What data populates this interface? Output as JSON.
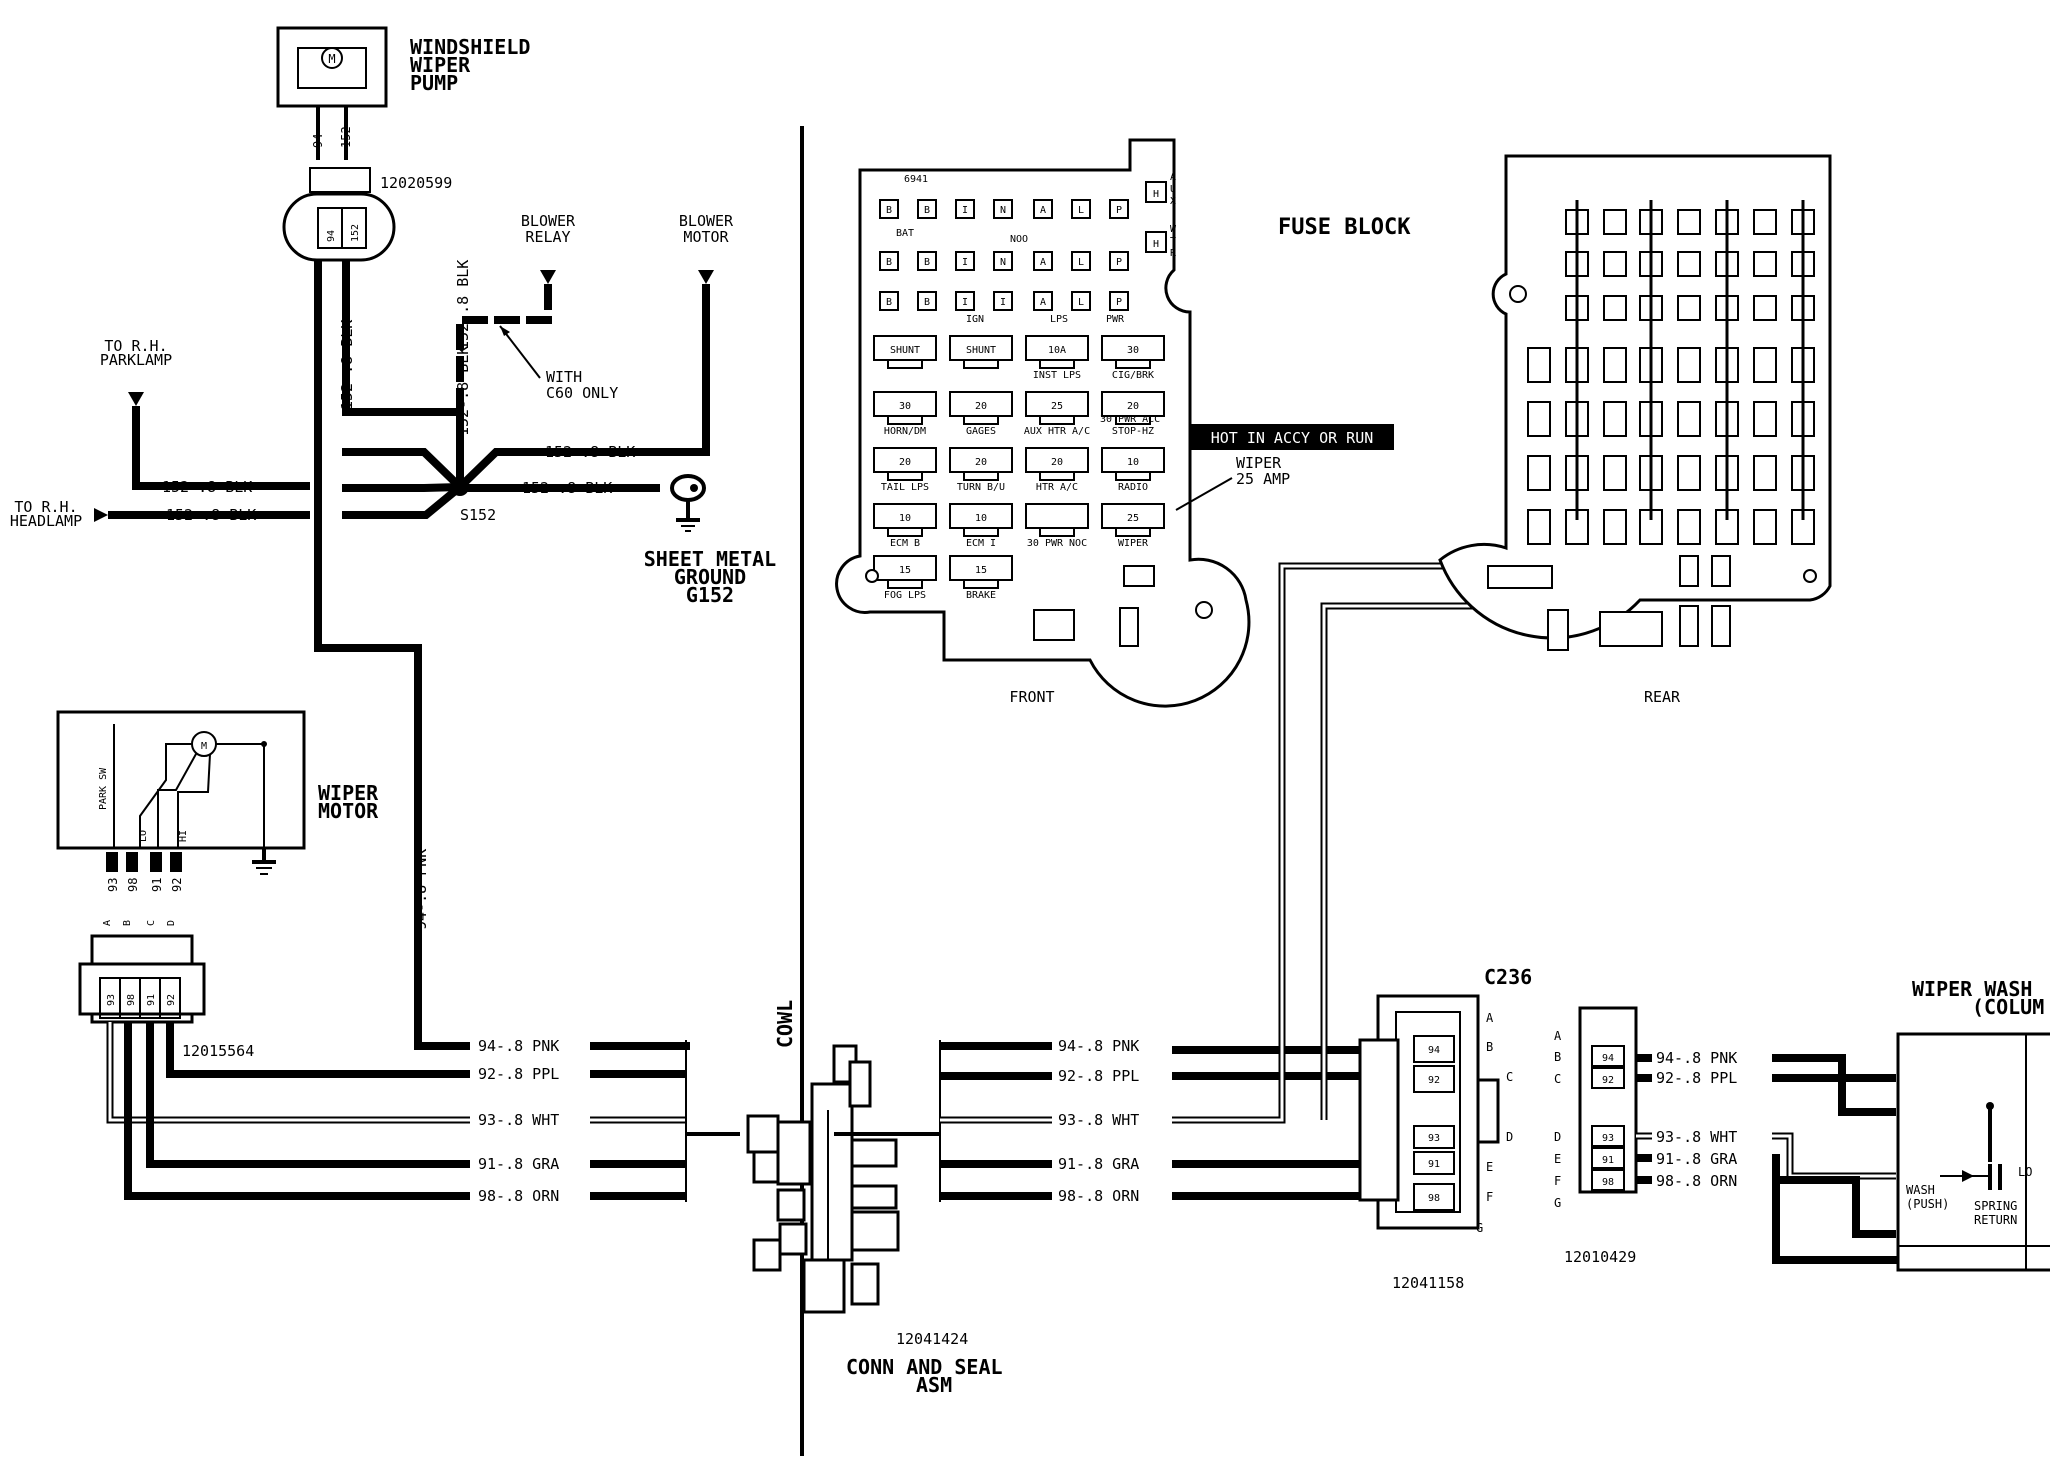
{
  "left": {
    "pump_title": [
      "WINDSHIELD",
      "WIPER",
      "PUMP"
    ],
    "pump_motor_symbol": "M",
    "pump_pins": [
      "94",
      "152"
    ],
    "pump_connector_part": "12020599",
    "blower_relay": [
      "BLOWER",
      "RELAY"
    ],
    "blower_motor": [
      "BLOWER",
      "MOTOR"
    ],
    "with_c60": [
      "WITH",
      "C60 ONLY"
    ],
    "to_parklamp": [
      "TO R.H.",
      "PARKLAMP"
    ],
    "to_headlamp": [
      "TO R.H.",
      "HEADLAMP"
    ],
    "wire_152_vertical": "152-.8 BLK",
    "wire_152_blower": "152-.8 BLK",
    "wire_152_upper_short": "152-.8 BLK",
    "wire_152_right": "152-.8 BLK",
    "wire_152_ground": "152-.8 BLK",
    "wire_152_park": "152-.8 BLK",
    "wire_152_head": "152-.8 BLK",
    "splice": "S152",
    "ground_label": [
      "SHEET METAL",
      "GROUND",
      "G152"
    ],
    "motor_title": [
      "WIPER",
      "MOTOR"
    ],
    "motor_symbol": "M",
    "motor_inner": [
      "PARK SW",
      "LO",
      "HI"
    ],
    "motor_pins": [
      "93",
      "98",
      "91",
      "92"
    ],
    "motor_pin_letters": [
      "A",
      "B",
      "C",
      "D"
    ],
    "motor_connector_pins": [
      "93",
      "98",
      "91",
      "92"
    ],
    "motor_connector_part": "12015564",
    "wire_94_vertical": "94-.8 PNK",
    "harness_left": [
      "94-.8 PNK",
      "92-.8 PPL",
      "93-.8 WHT",
      "91-.8 GRA",
      "98-.8 ORN"
    ]
  },
  "center": {
    "cowl": "COWL",
    "conn_part": "12041424",
    "conn_label": [
      "CONN AND SEAL",
      "ASM"
    ],
    "harness_right": [
      "94-.8 PNK",
      "92-.8 PPL",
      "93-.8 WHT",
      "91-.8 GRA",
      "98-.8 ORN"
    ]
  },
  "fuse_block": {
    "title": "FUSE BLOCK",
    "front": "FRONT",
    "rear": "REAR",
    "code_6941": "6941",
    "aux": [
      "A",
      "U",
      "X"
    ],
    "wtr": [
      "W",
      "T",
      "R"
    ],
    "h": "H",
    "bat": "BAT",
    "noo": "NOO",
    "ign": "IGN",
    "lps": "LPS",
    "pwr": "PWR",
    "row1": [
      "B",
      "B",
      "I",
      "N",
      "A",
      "L",
      "P"
    ],
    "row2": [
      "B",
      "B",
      "I",
      "N",
      "A",
      "L",
      "P"
    ],
    "row3": [
      "B",
      "B",
      "I",
      "I",
      "A",
      "L",
      "P"
    ],
    "fuses": [
      {
        "v": "SHUNT",
        "lbl": ""
      },
      {
        "v": "SHUNT",
        "lbl": ""
      },
      {
        "v": "10A",
        "lbl": "INST LPS"
      },
      {
        "v": "30",
        "lbl": "CIG/BRK"
      },
      {
        "v": "30",
        "lbl": "HORN/DM"
      },
      {
        "v": "20",
        "lbl": "GAGES"
      },
      {
        "v": "25",
        "lbl": "AUX HTR A/C"
      },
      {
        "v": "20",
        "lbl": "STOP-HZ"
      },
      {
        "v": "20",
        "lbl": "TAIL LPS"
      },
      {
        "v": "20",
        "lbl": "TURN B/U"
      },
      {
        "v": "20",
        "lbl": "HTR A/C"
      },
      {
        "v": "10",
        "lbl": "RADIO"
      },
      {
        "v": "10",
        "lbl": "ECM B"
      },
      {
        "v": "10",
        "lbl": "ECM I"
      },
      {
        "v": "",
        "lbl": "30 PWR NOC"
      },
      {
        "v": "25",
        "lbl": "WIPER"
      },
      {
        "v": "15",
        "lbl": "FOG LPS"
      },
      {
        "v": "15",
        "lbl": "BRAKE"
      }
    ],
    "pwr_acc": "30 PWR ACC",
    "hot_label": "HOT IN ACCY OR RUN",
    "wiper_fuse": [
      "WIPER",
      "25 AMP"
    ]
  },
  "right": {
    "c236": "C236",
    "c236_letters": [
      "A",
      "B",
      "C",
      "D",
      "E",
      "F",
      "G"
    ],
    "c236_pins": [
      "94",
      "92",
      "93",
      "91",
      "98"
    ],
    "c236_part": "12041158",
    "sw_letters": [
      "A",
      "B",
      "C",
      "D",
      "E",
      "F",
      "G"
    ],
    "sw_pins": [
      "94",
      "92",
      "93",
      "91",
      "98"
    ],
    "sw_part": "12010429",
    "sw_wires": [
      "94-.8 PNK",
      "92-.8 PPL",
      "93-.8 WHT",
      "91-.8 GRA",
      "98-.8 ORN"
    ],
    "switch_title": [
      "WIPER WASH",
      "(COLUM"
    ],
    "wash": [
      "WASH",
      "(PUSH)"
    ],
    "spring": [
      "SPRING",
      "RETURN"
    ],
    "lo": "LO"
  }
}
